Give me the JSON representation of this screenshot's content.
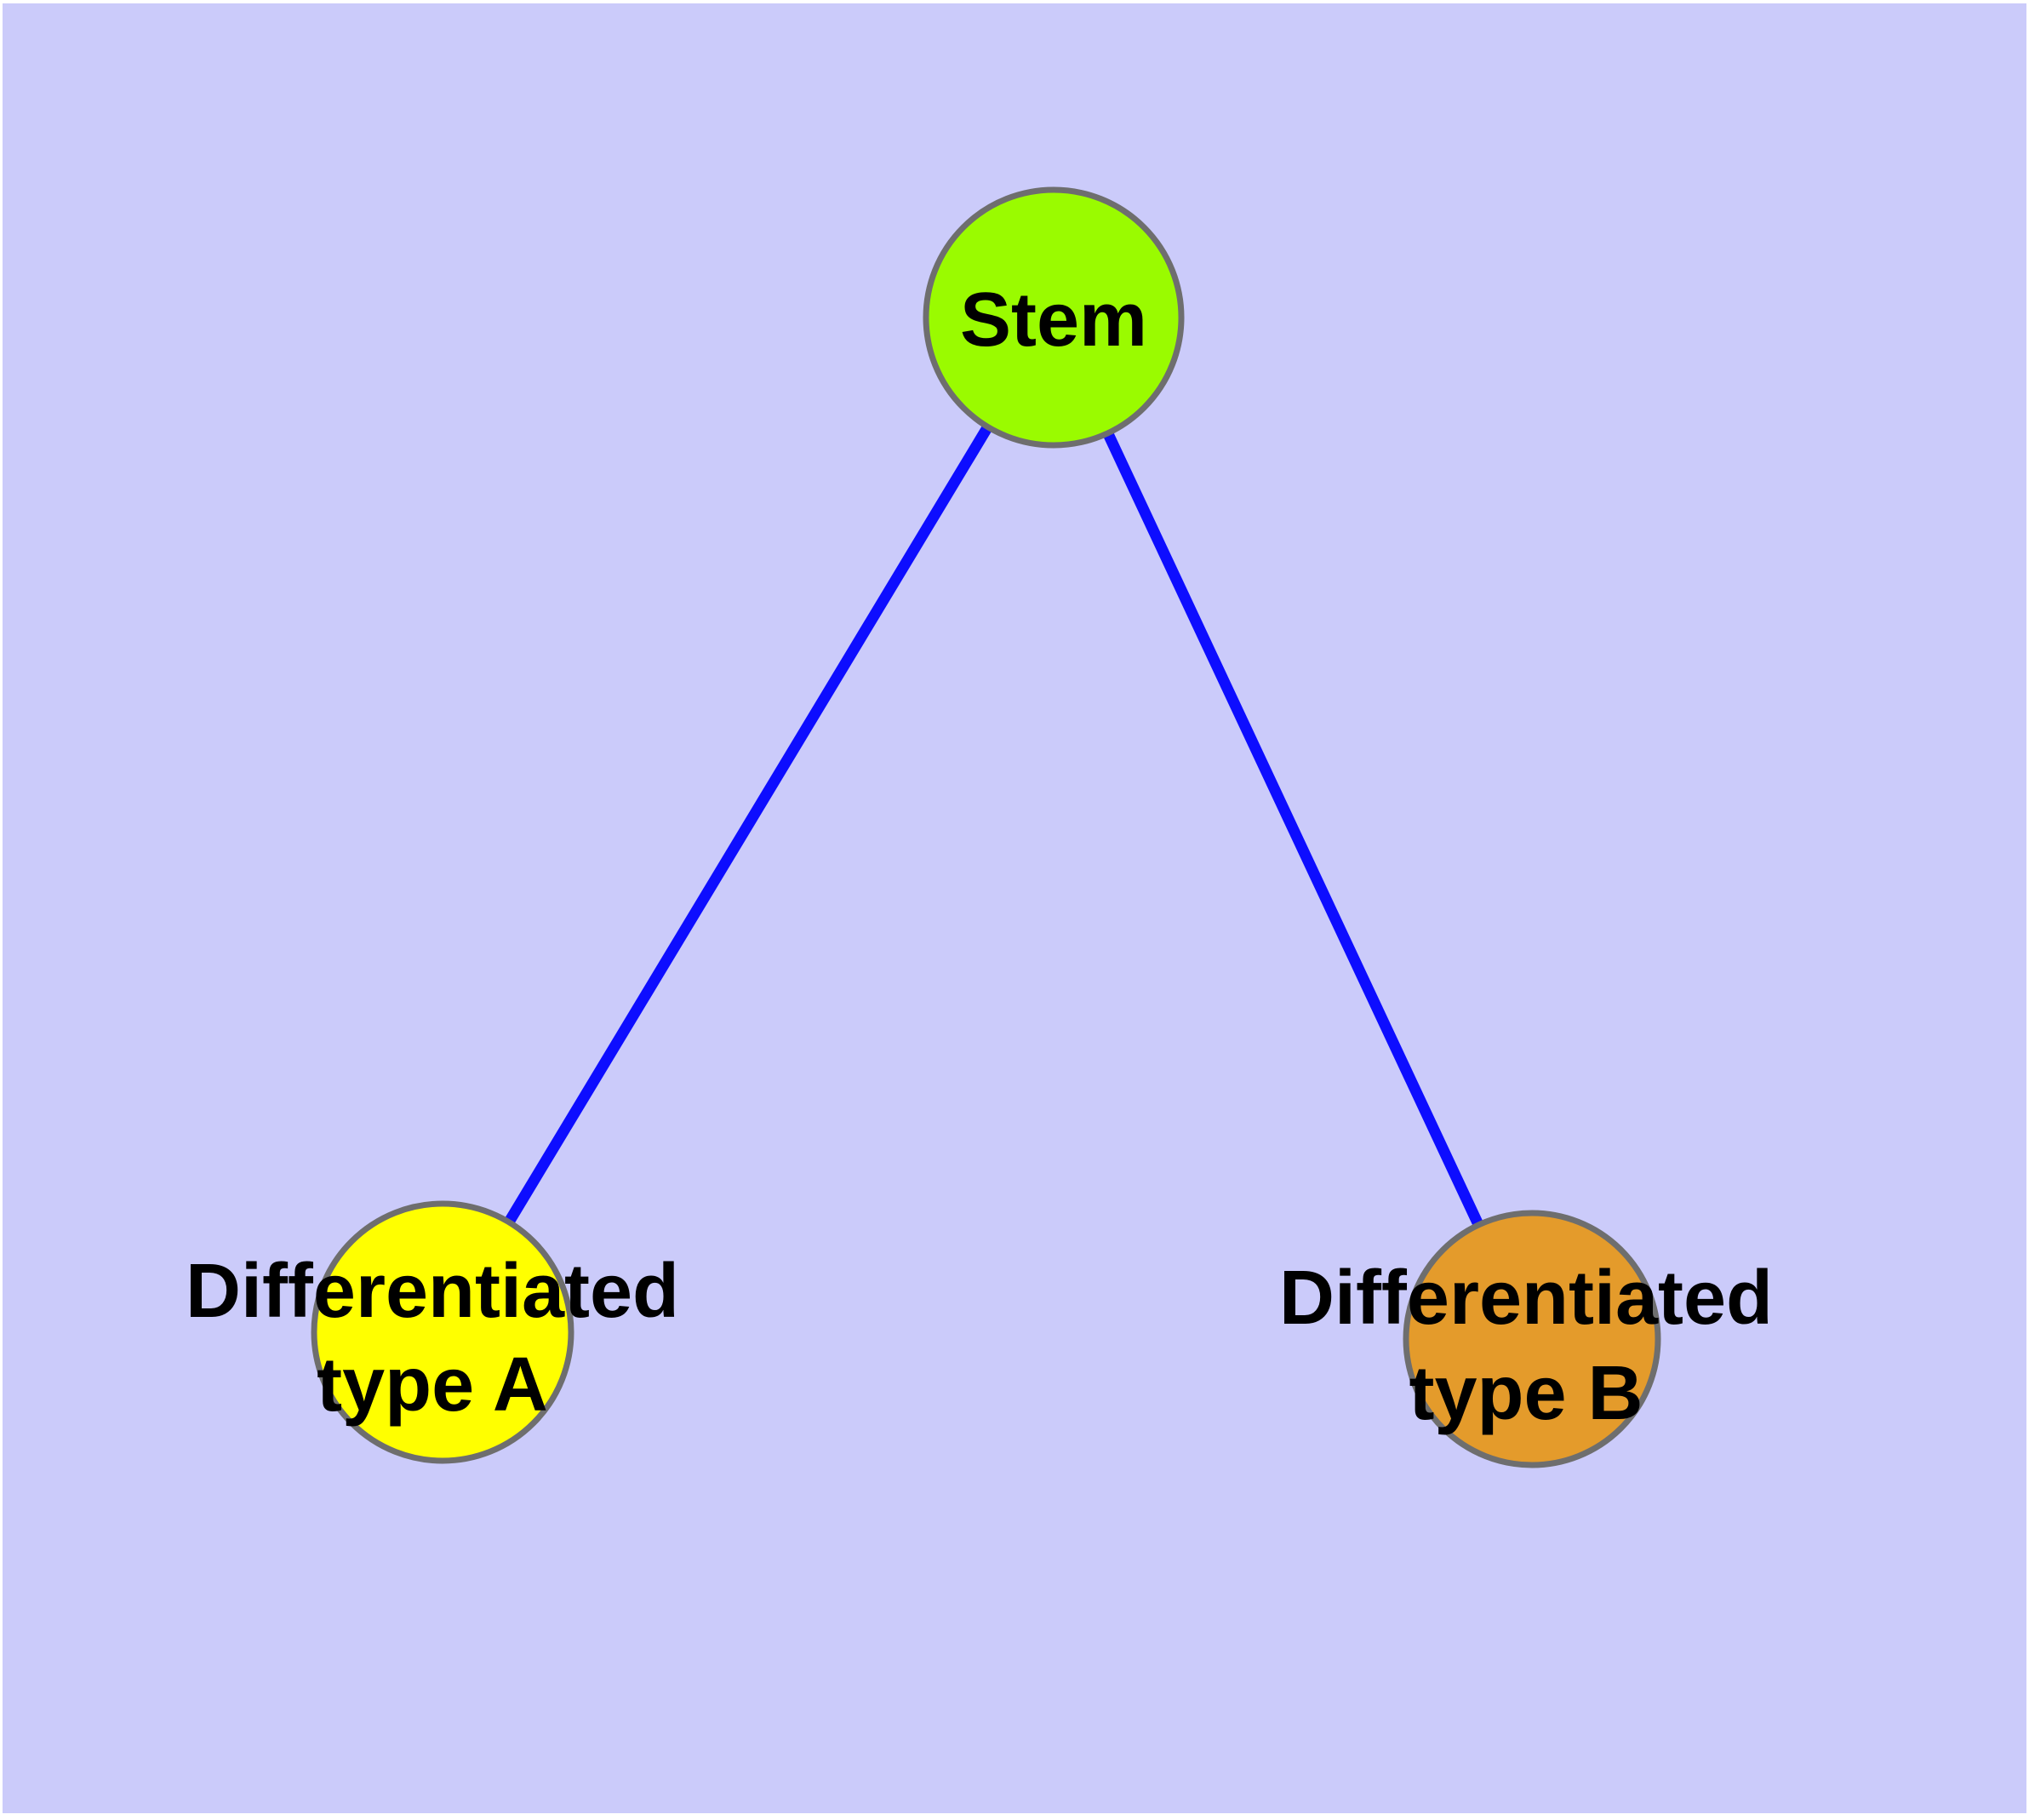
{
  "figure": {
    "background_color": "#CBCBFA",
    "frame_color": "#FFFFFF"
  },
  "graph": {
    "node_border_color": "#6E6E6E",
    "edge_color": "#0D0DFF",
    "label_color": "#000000",
    "nodes": [
      {
        "id": "stem",
        "label": "Stem",
        "color": "#9AFB00"
      },
      {
        "id": "differentiated-type-a",
        "label": "Differentiated type A",
        "label_line1": "Differentiated",
        "label_line2": "type A",
        "color": "#FFFF00"
      },
      {
        "id": "differentiated-type-b",
        "label": "Differentiated type B",
        "label_line1": "Differentiated",
        "label_line2": "type B",
        "color": "#E49B2B"
      }
    ],
    "edges": [
      {
        "from": "Stem",
        "to": "Differentiated type A"
      },
      {
        "from": "Stem",
        "to": "Differentiated type B"
      }
    ]
  }
}
